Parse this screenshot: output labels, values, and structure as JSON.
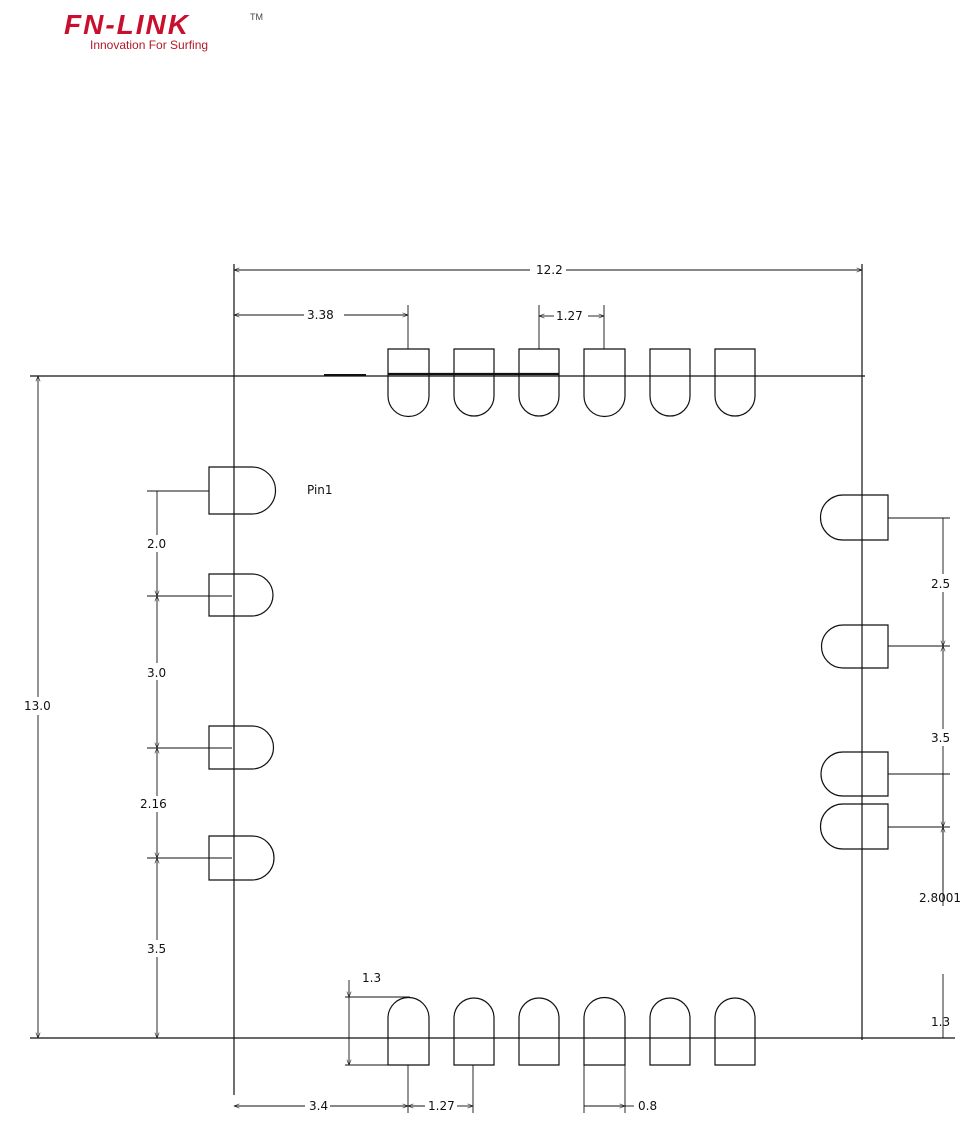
{
  "logo": {
    "brand": "FN-LINK",
    "trademark": "TM",
    "tagline": "Innovation For Surfing",
    "color": "#c8102e"
  },
  "drawing": {
    "pin1_label": "Pin1",
    "dims": {
      "overall_width": "12.2",
      "overall_height": "13.0",
      "top_offset": "3.38",
      "top_pitch": "1.27",
      "bottom_offset": "3.4",
      "bottom_pitch": "1.27",
      "bottom_pad_width": "0.8",
      "bottom_pad_height": "1.3",
      "left_gap_1": "2.0",
      "left_gap_2": "3.0",
      "left_gap_3": "2.16",
      "left_gap_4": "3.5",
      "right_gap_1": "2.5",
      "right_gap_2": "3.5",
      "right_gap_3": "2.8001",
      "right_gap_4": "1.3"
    }
  }
}
